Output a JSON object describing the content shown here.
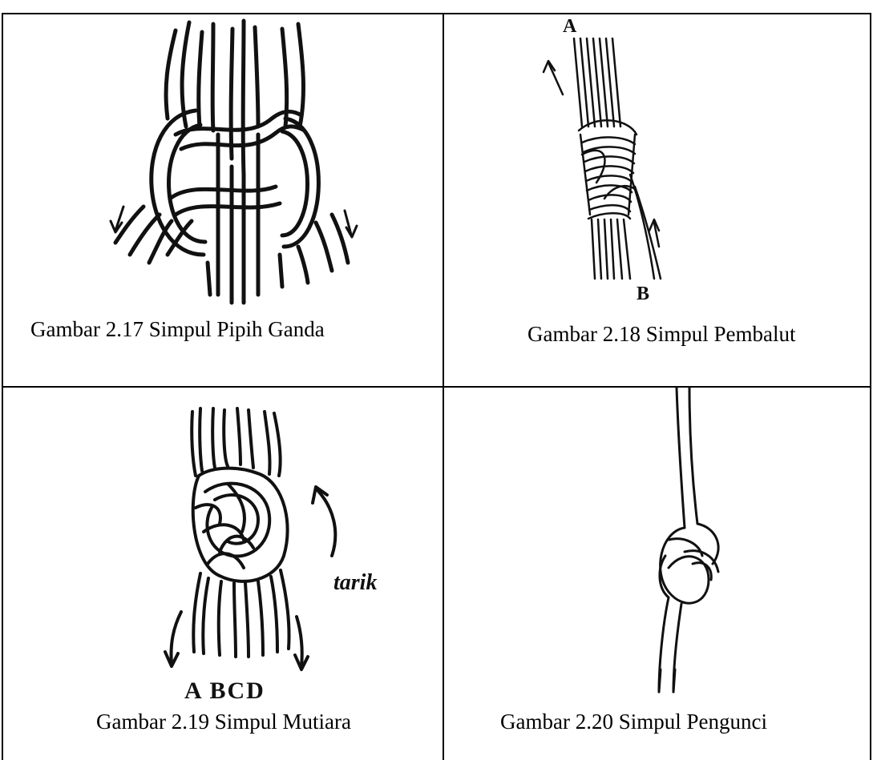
{
  "cells": [
    {
      "caption": "Gambar 2.17 Simpul Pipih Ganda",
      "figure": "flat-knot"
    },
    {
      "caption": "Gambar 2.18 Simpul Pembalut",
      "figure": "wrapping-knot",
      "labels": {
        "top": "A",
        "bottom": "B"
      }
    },
    {
      "caption": "Gambar 2.19 Simpul Mutiara",
      "figure": "pearl-knot",
      "labels": {
        "pull": "tarik",
        "strands": "A BCD"
      }
    },
    {
      "caption": "Gambar 2.20 Simpul Pengunci",
      "figure": "overhand-knot"
    }
  ]
}
